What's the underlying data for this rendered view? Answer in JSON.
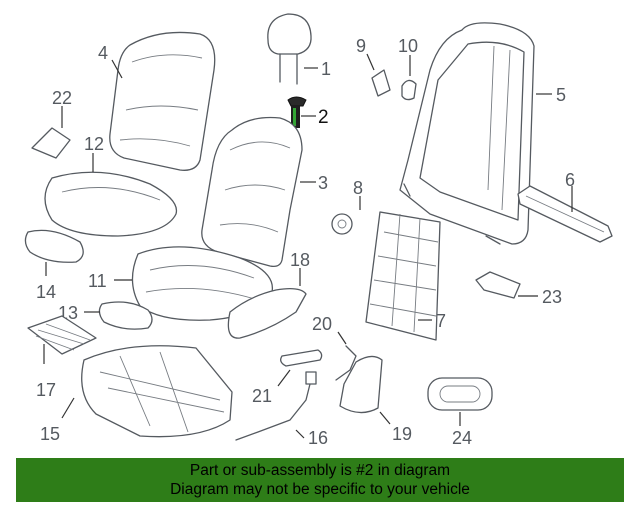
{
  "callouts": {
    "c1": "1",
    "c2": "2",
    "c3": "3",
    "c4": "4",
    "c5": "5",
    "c6": "6",
    "c7": "7",
    "c8": "8",
    "c9": "9",
    "c10": "10",
    "c11": "11",
    "c12": "12",
    "c13": "13",
    "c14": "14",
    "c15": "15",
    "c16": "16",
    "c17": "17",
    "c18": "18",
    "c19": "19",
    "c20": "20",
    "c21": "21",
    "c22": "22",
    "c23": "23",
    "c24": "24"
  },
  "highlighted_part": "2",
  "banner": {
    "line1": "Part or sub-assembly is #2 in diagram",
    "line2": "Diagram may not be specific to your vehicle",
    "color": "#2e7d18"
  }
}
